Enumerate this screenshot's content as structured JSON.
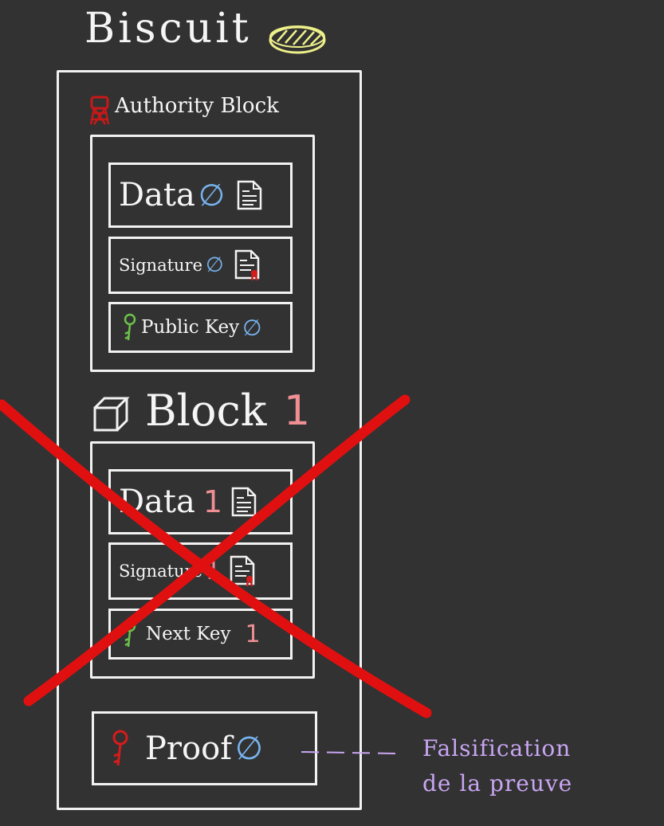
{
  "title": "Biscuit",
  "authority_block": {
    "label": "Authority Block",
    "rows": {
      "data": {
        "label": "Data",
        "symbol": "∅"
      },
      "signature": {
        "label": "Signature",
        "symbol": "∅"
      },
      "public_key": {
        "label": "Public Key",
        "symbol": "∅"
      }
    }
  },
  "block1": {
    "label": "Block",
    "number": "1",
    "rows": {
      "data": {
        "label": "Data",
        "symbol": "1"
      },
      "signature": {
        "label": "Signature",
        "symbol": "1"
      },
      "next_key": {
        "label": "Next Key",
        "symbol": "1"
      }
    }
  },
  "proof": {
    "label": "Proof",
    "symbol": "∅"
  },
  "annotation": {
    "line1": "Falsification",
    "line2": "de la preuve"
  },
  "colors": {
    "background": "#323232",
    "outline": "#f2f2f2",
    "empty_symbol": "#78b4ef",
    "block_number": "#ef8f94",
    "key_green": "#6cc24a",
    "key_red": "#d81b1b",
    "cross_red": "#e01010",
    "annotation": "#c9a6f2",
    "coin": "#eef08a"
  }
}
